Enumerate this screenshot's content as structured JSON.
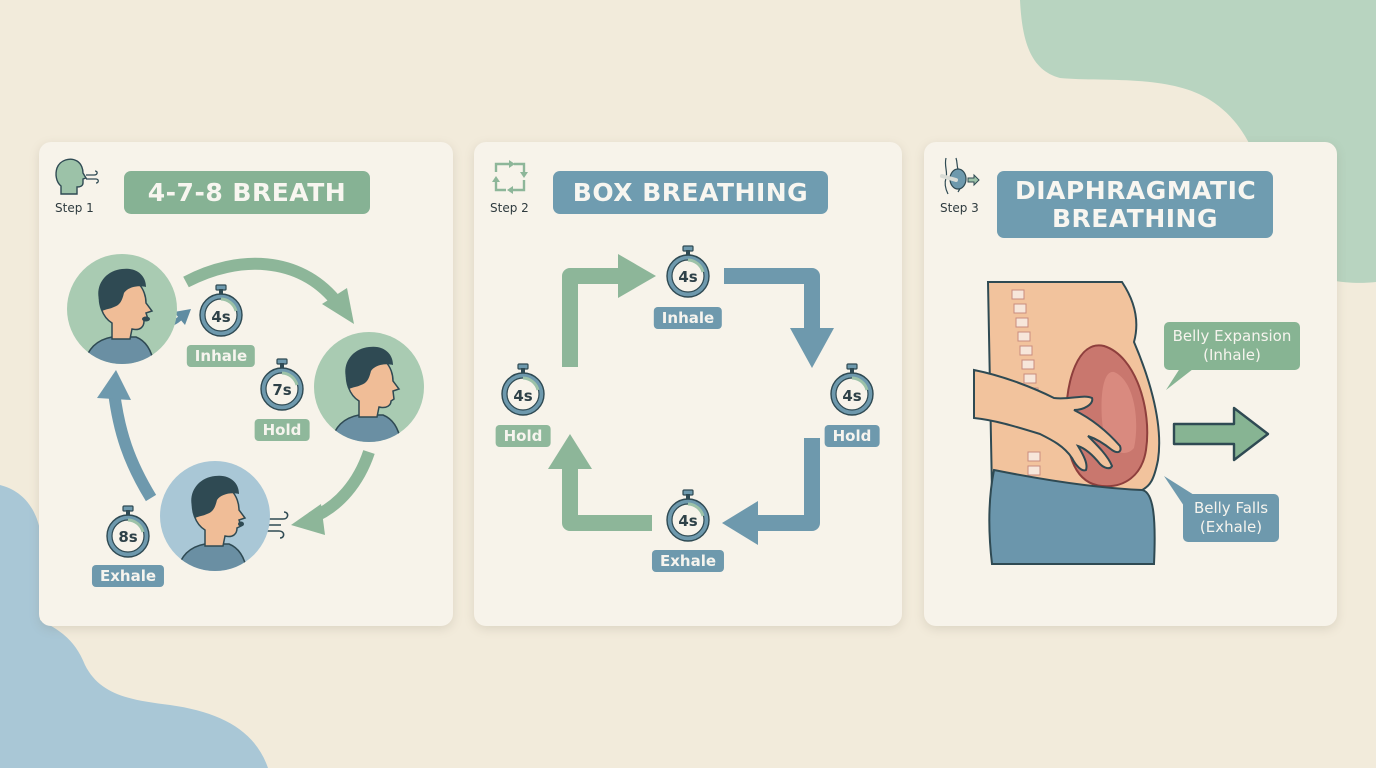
{
  "colors": {
    "background": "#f2ebdb",
    "card": "#f7f3ea",
    "green_accent": "#86b294",
    "blue_accent": "#6f9cb0",
    "blob_green": "#b8d4c0",
    "blob_blue": "#a9c7d6",
    "outline": "#2f4a53"
  },
  "panels": [
    {
      "step_label": "Step 1",
      "title": "4-7-8 BREATH",
      "phases": [
        {
          "label": "Inhale",
          "timer": "4s"
        },
        {
          "label": "Hold",
          "timer": "7s"
        },
        {
          "label": "Exhale",
          "timer": "8s"
        }
      ]
    },
    {
      "step_label": "Step 2",
      "title": "BOX BREATHING",
      "phases": [
        {
          "label": "Inhale",
          "timer": "4s"
        },
        {
          "label": "Hold",
          "timer": "4s"
        },
        {
          "label": "Exhale",
          "timer": "4s"
        },
        {
          "label": "Hold",
          "timer": "4s"
        }
      ]
    },
    {
      "step_label": "Step 3",
      "title": "DIAPHRAGMATIC BREATHING",
      "callouts": [
        {
          "label": "Belly Expansion (Inhale)"
        },
        {
          "label": "Belly Falls (Exhale)"
        }
      ]
    }
  ]
}
